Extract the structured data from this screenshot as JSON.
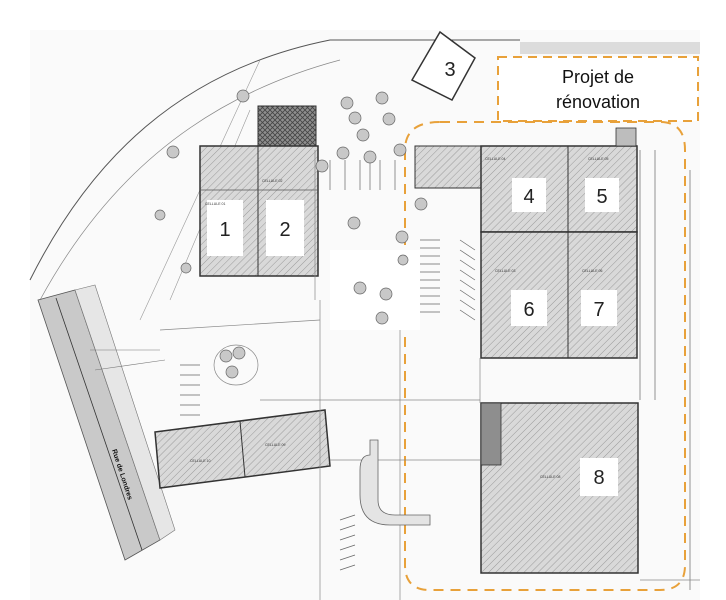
{
  "site_plan": {
    "renovation_label_line1": "Projet de",
    "renovation_label_line2": "rénovation",
    "road_label": "Rue de Londres",
    "cells": [
      {
        "number": "1",
        "caption": "CELLULE 01"
      },
      {
        "number": "2",
        "caption": "CELLULE 02"
      },
      {
        "number": "3",
        "caption": ""
      },
      {
        "number": "4",
        "caption": "CELLULE 04"
      },
      {
        "number": "5",
        "caption": "CELLULE 05"
      },
      {
        "number": "6",
        "caption": "CELLULE 03"
      },
      {
        "number": "7",
        "caption": "CELLULE 06"
      },
      {
        "number": "8",
        "caption": "CELLULE 08"
      }
    ],
    "other_cells": [
      {
        "caption": "CELLULE 10"
      },
      {
        "caption": "CELLULE 09"
      }
    ]
  },
  "colors": {
    "building_fill": "#d6d6d6",
    "building_stroke": "#333333",
    "dashed_outline": "#e8a13a",
    "tree_fill": "#c8c8c8",
    "background": "#ffffff"
  }
}
